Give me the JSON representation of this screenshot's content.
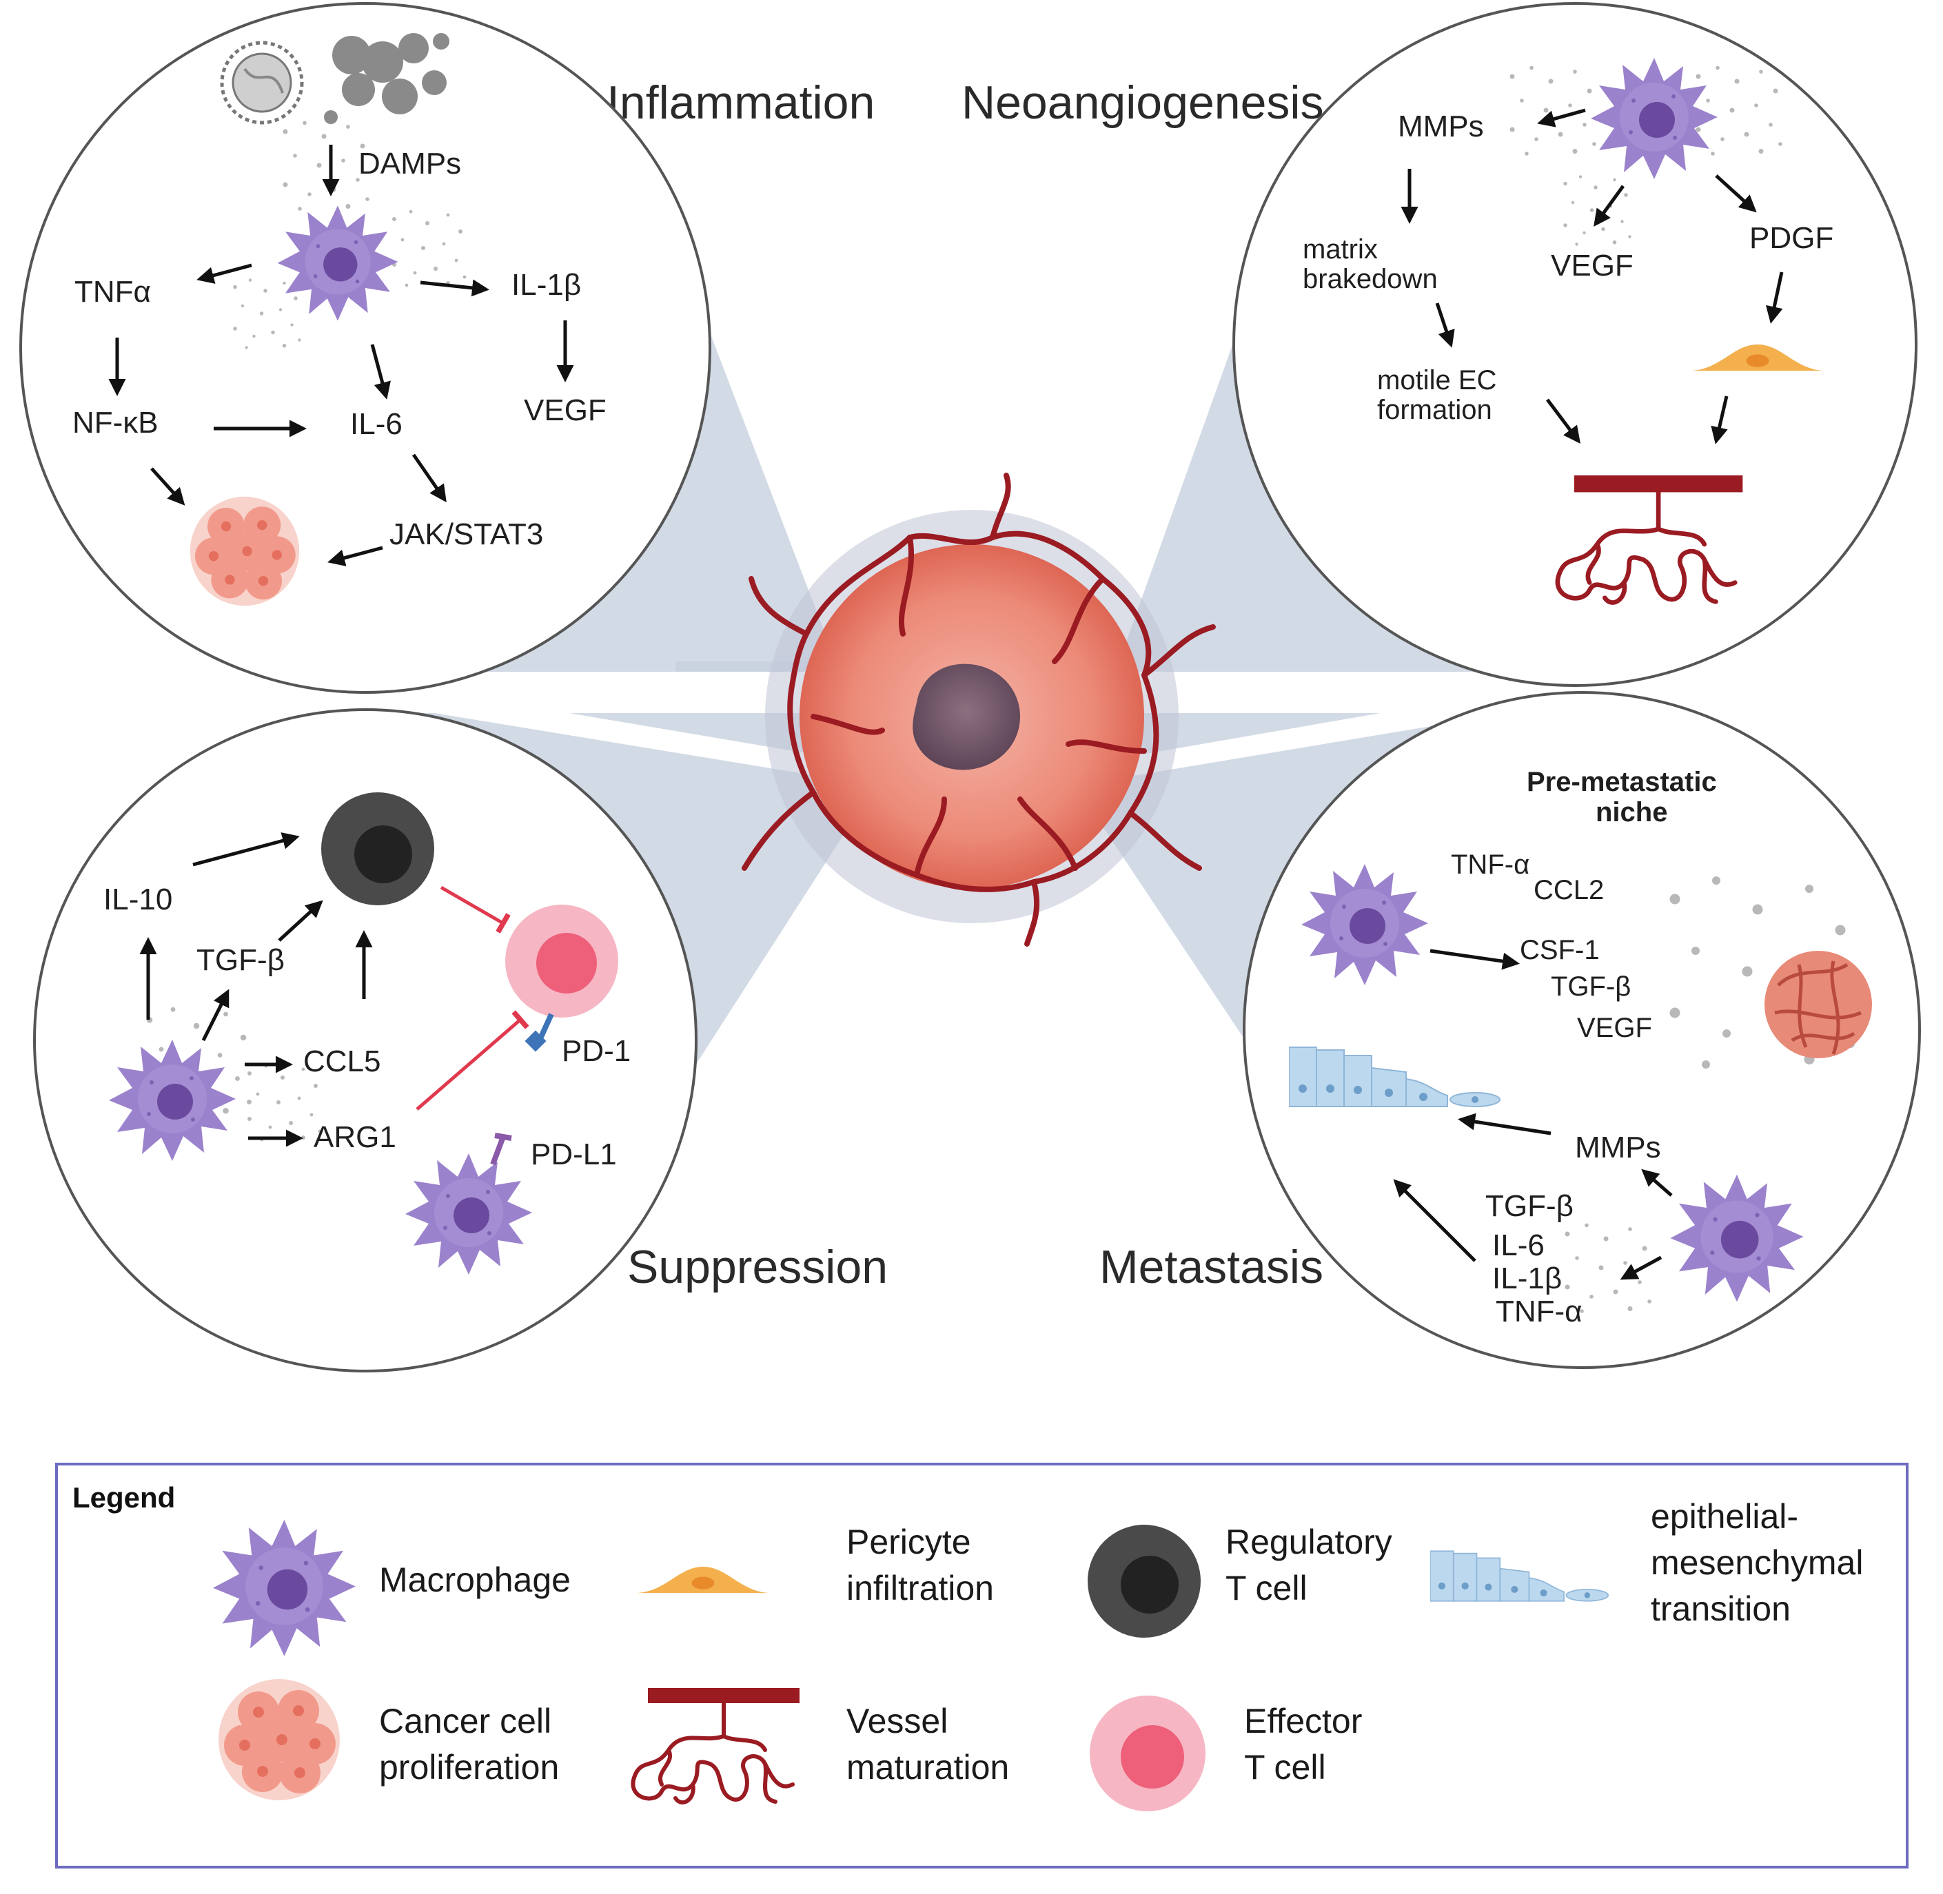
{
  "titles": {
    "inflammation": "Inflammation",
    "neoangiogenesis": "Neoangiogenesis",
    "suppression": "Suppression",
    "metastasis": "Metastasis"
  },
  "inflammation": {
    "damps": "DAMPs",
    "tnfa": "TNFα",
    "il1b": "IL-1β",
    "nfkb": "NF-κB",
    "il6": "IL-6",
    "vegf": "VEGF",
    "jakstat3": "JAK/STAT3"
  },
  "neoangiogenesis": {
    "mmps": "MMPs",
    "vegf": "VEGF",
    "pdgf": "PDGF",
    "matrix_line1": "matrix",
    "matrix_line2": "brakedown",
    "motile_line1": "motile EC",
    "motile_line2": "formation"
  },
  "suppression": {
    "il10": "IL-10",
    "tgfb": "TGF-β",
    "ccl5": "CCL5",
    "arg1": "ARG1",
    "pd1": "PD-1",
    "pdl1": "PD-L1"
  },
  "metastasis": {
    "niche_line1": "Pre-metastatic",
    "niche_line2": "niche",
    "tnfa1": "TNF-α",
    "ccl2": "CCL2",
    "csf1": "CSF-1",
    "tgfb1": "TGF-β",
    "vegf": "VEGF",
    "mmps": "MMPs",
    "tgfb2": "TGF-β",
    "il6": "IL-6",
    "il1b": "IL-1β",
    "tnfa2": "TNF-α"
  },
  "legend": {
    "title": "Legend",
    "macrophage": "Macrophage",
    "pericyte_line1": "Pericyte",
    "pericyte_line2": "infiltration",
    "treg_line1": "Regulatory",
    "treg_line2": "T cell",
    "emt_line1": "epithelial-",
    "emt_line2": "mesenchymal",
    "emt_line3": "transition",
    "cancer_line1": "Cancer cell",
    "cancer_line2": "proliferation",
    "vessel_line1": "Vessel",
    "vessel_line2": "maturation",
    "effector_line1": "Effector",
    "effector_line2": "T cell"
  },
  "colors": {
    "macrophage": "#9b82cc",
    "macrophage_core": "#6a4a9e",
    "tumor": "#e88070",
    "vessel": "#9b1b22",
    "treg": "#4a4a4a",
    "effector": "#f28a9e",
    "pericyte": "#f3b04d",
    "emt": "#bcd8ee",
    "cone": "#c7d1df",
    "inhibit": "#e0394e",
    "legend_border": "#6c6cc0"
  }
}
